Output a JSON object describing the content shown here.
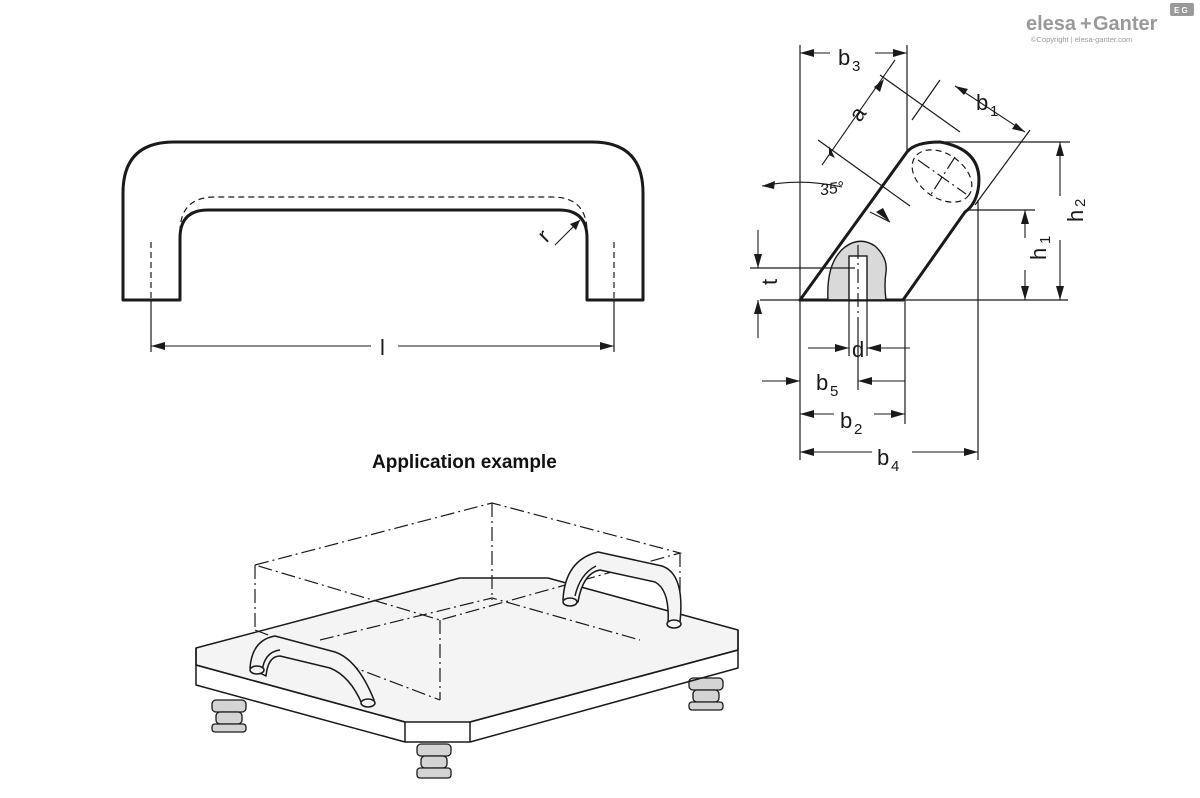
{
  "logo": {
    "brand_left": "elesa",
    "brand_plus": "+",
    "brand_right": "Ganter",
    "badge": "E G",
    "copyright": "©Copyright | elesa-ganter.com"
  },
  "front_view": {
    "dimension_length": "l",
    "dimension_radius": "r"
  },
  "section_view": {
    "angle_label": "35°",
    "dim_a": "a",
    "dim_b1": {
      "base": "b",
      "sub": "1"
    },
    "dim_b2": {
      "base": "b",
      "sub": "2"
    },
    "dim_b3": {
      "base": "b",
      "sub": "3"
    },
    "dim_b4": {
      "base": "b",
      "sub": "4"
    },
    "dim_b5": {
      "base": "b",
      "sub": "5"
    },
    "dim_h1": {
      "base": "h",
      "sub": "1"
    },
    "dim_h2": {
      "base": "h",
      "sub": "2"
    },
    "dim_t": "t",
    "dim_d": "d"
  },
  "application": {
    "caption": "Application example"
  }
}
